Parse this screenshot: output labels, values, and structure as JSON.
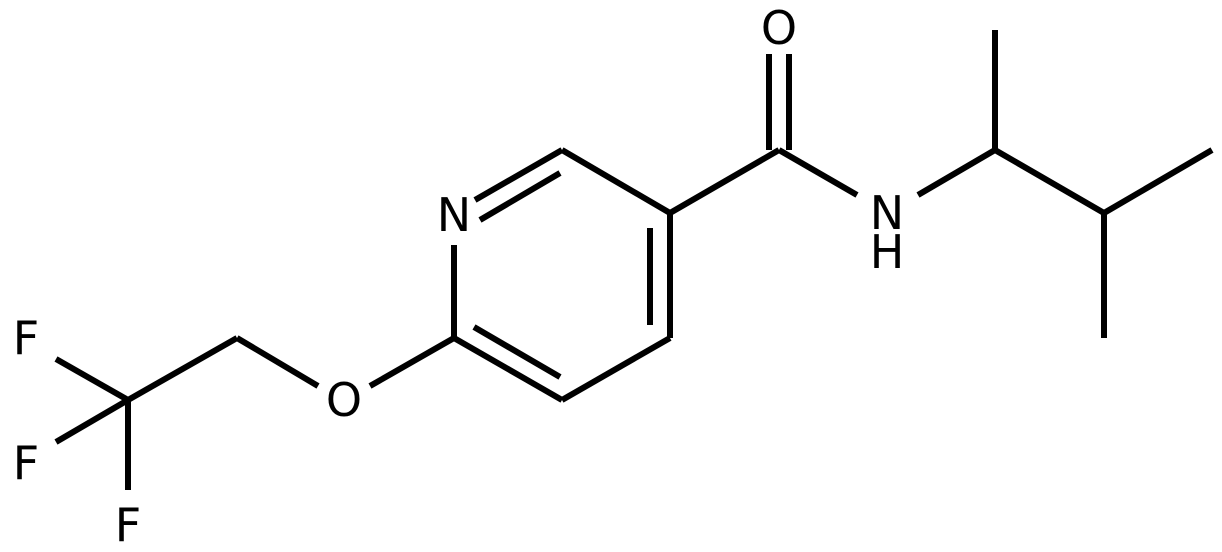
{
  "structure": {
    "atoms": {
      "ring_nitrogen": "N",
      "carbonyl_oxygen": "O",
      "amide_nitrogen": "N",
      "amide_hydrogen": "H",
      "ether_oxygen": "O",
      "fluorine_1": "F",
      "fluorine_2": "F",
      "fluorine_3": "F"
    }
  }
}
